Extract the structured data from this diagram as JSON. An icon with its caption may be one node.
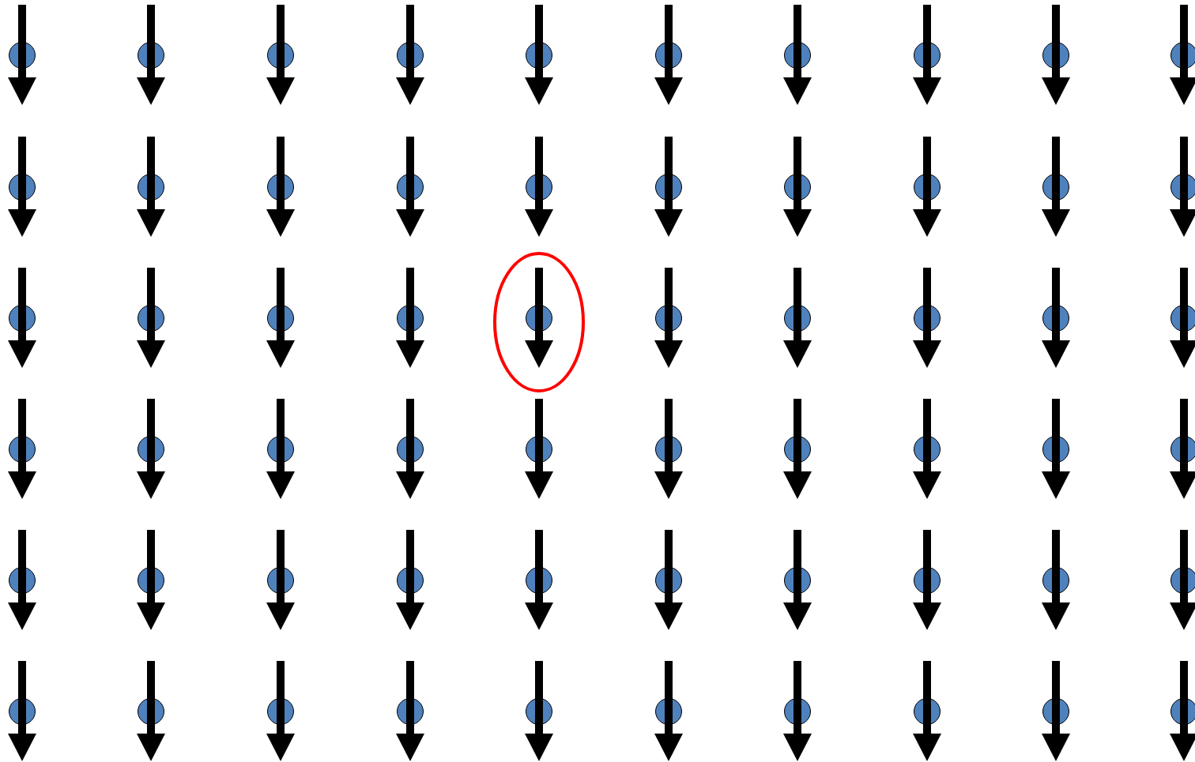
{
  "diagram": {
    "nodes": [
      {
        "text": [],
        "shape": "ellipse"
      },
      {
        "text": [],
        "shape": "circle"
      },
      {
        "text": [],
        "shape": "circle"
      },
      {
        "text": [],
        "shape": "circle"
      },
      {
        "text": [],
        "shape": "circle"
      },
      {
        "text": [],
        "shape": "circle"
      },
      {
        "text": [],
        "shape": "circle"
      },
      {
        "text": [],
        "shape": "circle"
      },
      {
        "text": [],
        "shape": "circle"
      },
      {
        "text": [],
        "shape": "circle"
      },
      {
        "text": [],
        "shape": "circle"
      },
      {
        "text": [],
        "shape": "circle"
      },
      {
        "text": [],
        "shape": "circle"
      },
      {
        "text": [],
        "shape": "circle"
      },
      {
        "text": [],
        "shape": "circle"
      },
      {
        "text": [],
        "shape": "circle"
      },
      {
        "text": [],
        "shape": "circle"
      },
      {
        "text": [],
        "shape": "circle"
      },
      {
        "text": [],
        "shape": "circle"
      },
      {
        "text": [],
        "shape": "circle"
      },
      {
        "text": [],
        "shape": "circle"
      },
      {
        "text": [],
        "shape": "circle"
      },
      {
        "text": [],
        "shape": "circle"
      },
      {
        "text": [],
        "shape": "circle"
      },
      {
        "text": [],
        "shape": "circle"
      },
      {
        "text": [],
        "shape": "circle",
        "in": 0
      },
      {
        "text": [],
        "shape": "circle"
      },
      {
        "text": [],
        "shape": "circle"
      },
      {
        "text": [],
        "shape": "circle"
      },
      {
        "text": [],
        "shape": "circle"
      },
      {
        "text": [],
        "shape": "circle"
      },
      {
        "text": [],
        "shape": "circle"
      },
      {
        "text": [],
        "shape": "circle"
      },
      {
        "text": [],
        "shape": "circle"
      },
      {
        "text": [],
        "shape": "circle"
      },
      {
        "text": [],
        "shape": "circle"
      },
      {
        "text": [],
        "shape": "circle"
      },
      {
        "text": [],
        "shape": "circle"
      },
      {
        "text": [],
        "shape": "circle"
      },
      {
        "text": [],
        "shape": "circle"
      },
      {
        "text": [],
        "shape": "circle"
      },
      {
        "text": [],
        "shape": "circle"
      },
      {
        "text": [],
        "shape": "circle"
      },
      {
        "text": [],
        "shape": "circle"
      },
      {
        "text": [],
        "shape": "circle"
      },
      {
        "text": [],
        "shape": "circle"
      },
      {
        "text": [],
        "shape": "circle"
      },
      {
        "text": [],
        "shape": "circle"
      },
      {
        "text": [],
        "shape": "circle"
      },
      {
        "text": [],
        "shape": "circle"
      },
      {
        "text": [],
        "shape": "circle"
      },
      {
        "text": [],
        "shape": "circle"
      },
      {
        "text": [],
        "shape": "circle"
      },
      {
        "text": [],
        "shape": "circle"
      },
      {
        "text": [],
        "shape": "circle"
      },
      {
        "text": [],
        "shape": "circle"
      },
      {
        "text": [],
        "shape": "circle"
      },
      {
        "text": [],
        "shape": "circle"
      },
      {
        "text": [],
        "shape": "circle"
      },
      {
        "text": [],
        "shape": "circle"
      },
      {
        "text": [],
        "shape": "circle"
      }
    ]
  }
}
